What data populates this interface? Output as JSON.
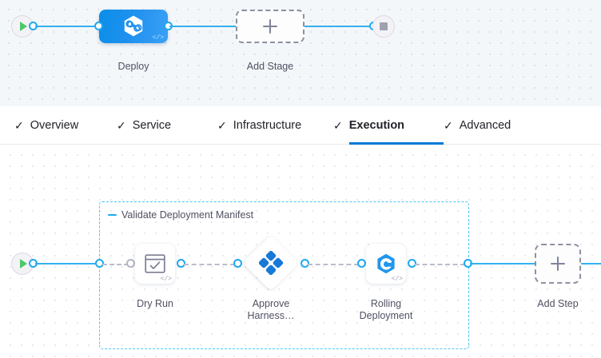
{
  "stage_canvas": {
    "start_node": {
      "icon": "play-icon"
    },
    "end_node": {
      "icon": "stop-icon"
    },
    "nodes": [
      {
        "id": "deploy",
        "label": "Deploy",
        "icon": "harness-hexagon-icon",
        "badge": "</>",
        "type": "stage"
      },
      {
        "id": "add-stage",
        "label": "Add Stage",
        "icon": "plus-icon",
        "type": "add"
      }
    ]
  },
  "tabs": {
    "items": [
      {
        "label": "Overview",
        "icon": "check-icon",
        "active": false
      },
      {
        "label": "Service",
        "icon": "check-icon",
        "active": false
      },
      {
        "label": "Infrastructure",
        "icon": "check-icon",
        "active": false
      },
      {
        "label": "Execution",
        "icon": "check-icon",
        "active": true
      },
      {
        "label": "Advanced",
        "icon": "check-icon",
        "active": false
      }
    ],
    "check_glyph": "✓",
    "active_underline_color": "#0278d5"
  },
  "execution_canvas": {
    "start_node": {
      "icon": "play-icon"
    },
    "group": {
      "title": "Validate Deployment Manifest",
      "collapse_icon": "minus-icon",
      "border_color": "#52c5f7"
    },
    "steps": [
      {
        "id": "dry-run",
        "label": "Dry Run",
        "icon": "checkbox-window-icon",
        "badge": "</>",
        "shape": "rounded-square"
      },
      {
        "id": "approve-harness",
        "label_line1": "Approve",
        "label_line2": "Harness…",
        "icon": "approval-diamond-icon",
        "shape": "diamond"
      },
      {
        "id": "rolling-deployment",
        "label_line1": "Rolling",
        "label_line2": "Deployment",
        "icon": "rolling-update-hexagon-icon",
        "badge": "</>",
        "shape": "rounded-square"
      }
    ],
    "add_step": {
      "label": "Add Step",
      "icon": "plus-icon"
    }
  },
  "colors": {
    "accent_blue": "#0278d5",
    "link_blue": "#33b0f0",
    "node_blue": "#1f90ef",
    "dashed_gray": "#b9bdc9",
    "text": "#4f5162"
  }
}
